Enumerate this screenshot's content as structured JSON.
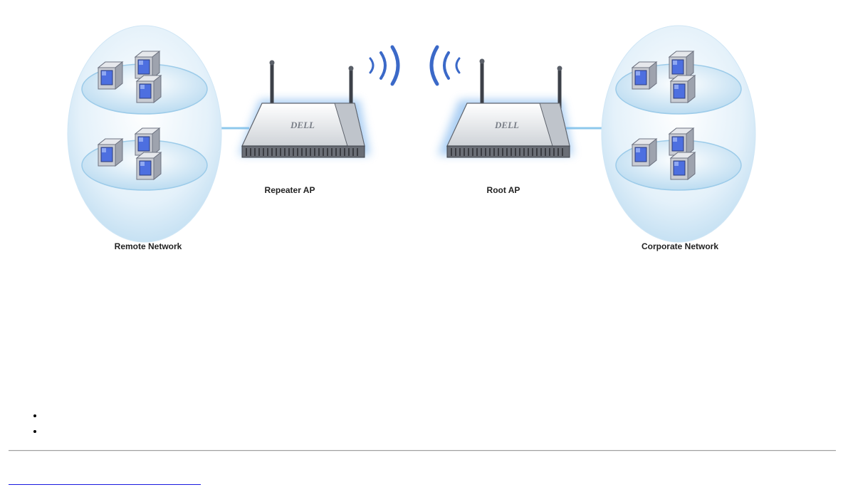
{
  "diagram": {
    "labels": {
      "remote_network": "Remote Network",
      "repeater_ap": "Repeater AP",
      "root_ap": "Root AP",
      "corporate_network": "Corporate Network"
    },
    "device_logo": "DELL",
    "colors": {
      "bubble": "#d6ecf8",
      "glow": "#7fb6ee",
      "link": "#8ec8ec",
      "screen": "#4d6fe0",
      "wifi_wave": "#3b69c8"
    },
    "icons": [
      "pc-icon",
      "access-point-icon",
      "wifi-wave-icon"
    ]
  },
  "bullets": [
    "",
    ""
  ],
  "footer": {
    "link_text": ""
  }
}
